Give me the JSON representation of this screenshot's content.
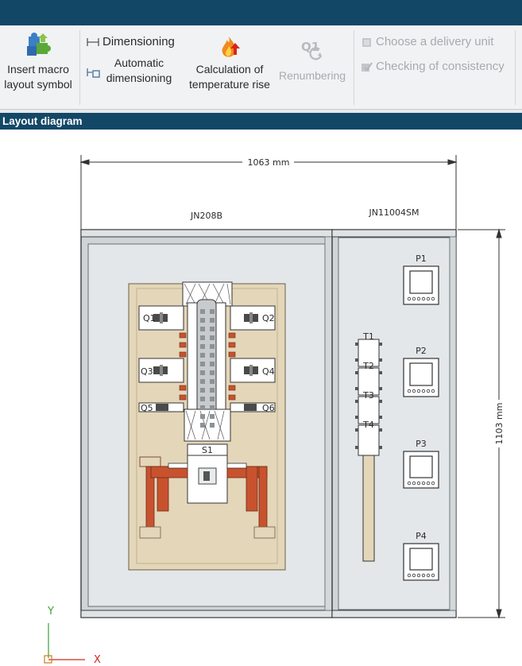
{
  "ribbon": {
    "insert_macro": "Insert macro layout symbol",
    "insert_macro_l1": "Insert macro",
    "insert_macro_l2": "layout symbol",
    "dimensioning": "Dimensioning",
    "auto_dim_l1": "Automatic",
    "auto_dim_l2": "dimensioning",
    "temp_rise_l1": "Calculation of",
    "temp_rise_l2": "temperature rise",
    "renumbering": "Renumbering",
    "choose_delivery": "Choose a delivery unit",
    "check_consistency": "Checking of consistency"
  },
  "panel": {
    "title": "Layout diagram"
  },
  "diagram": {
    "width_dim": "1063 mm",
    "height_dim": "1103 mm",
    "cabinet_left": "JN208B",
    "cabinet_right": "JN11004SM",
    "breakers": [
      "Q1",
      "Q2",
      "Q3",
      "Q4",
      "Q5",
      "Q6"
    ],
    "switch": "S1",
    "terminals": [
      "T1",
      "T2",
      "T3",
      "T4"
    ],
    "panels": [
      "P1",
      "P2",
      "P3",
      "P4"
    ],
    "axis_y": "Y",
    "axis_x": "X"
  },
  "colors": {
    "titlebar": "#134766",
    "copper": "#c9522e",
    "backplate": "#e4d6b9",
    "cabinet": "#d8dcde"
  }
}
